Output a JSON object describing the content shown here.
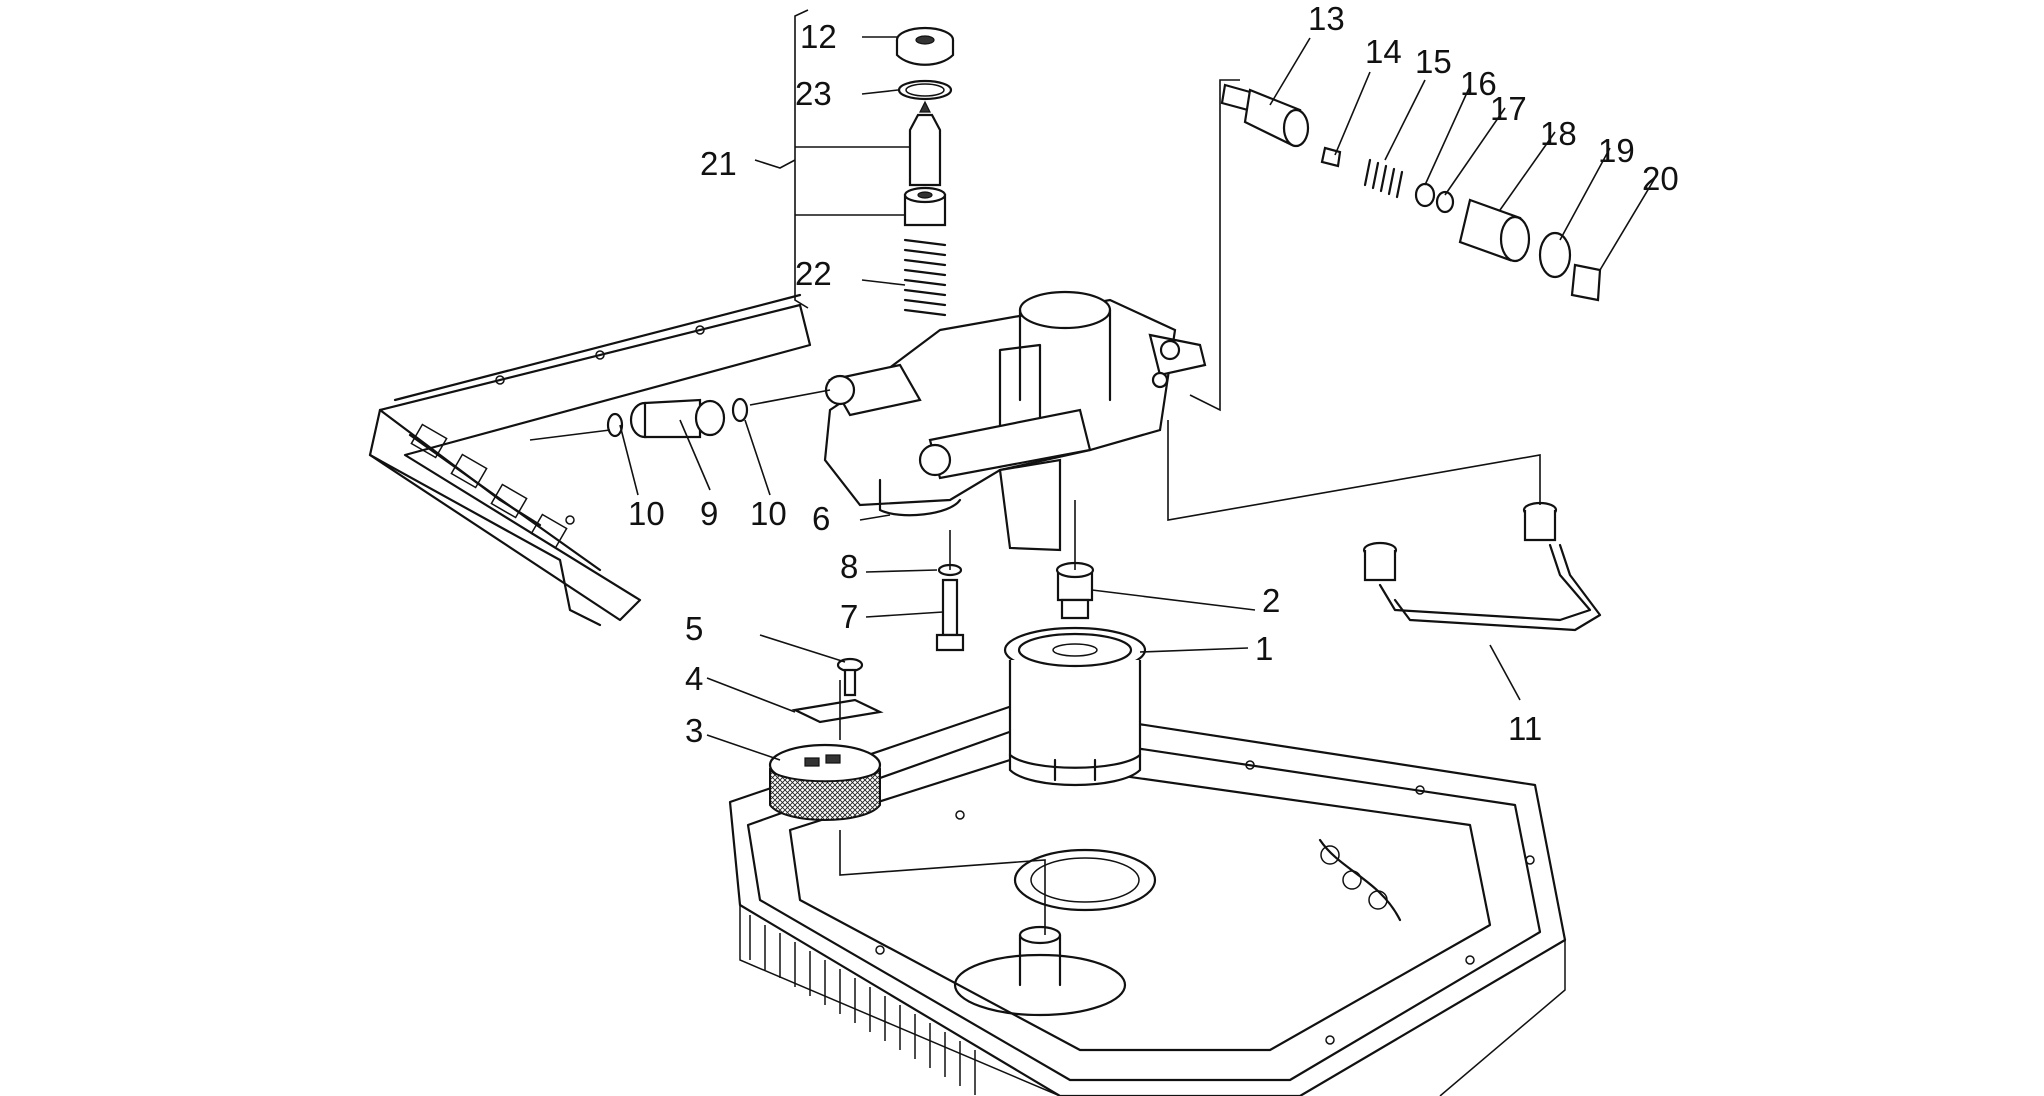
{
  "callouts": [
    {
      "id": "c1",
      "text": "1"
    },
    {
      "id": "c2",
      "text": "2"
    },
    {
      "id": "c3",
      "text": "3"
    },
    {
      "id": "c4",
      "text": "4"
    },
    {
      "id": "c5",
      "text": "5"
    },
    {
      "id": "c6",
      "text": "6"
    },
    {
      "id": "c7",
      "text": "7"
    },
    {
      "id": "c8",
      "text": "8"
    },
    {
      "id": "c9",
      "text": "9"
    },
    {
      "id": "c10a",
      "text": "10"
    },
    {
      "id": "c10b",
      "text": "10"
    },
    {
      "id": "c11",
      "text": "11"
    },
    {
      "id": "c12",
      "text": "12"
    },
    {
      "id": "c13",
      "text": "13"
    },
    {
      "id": "c14",
      "text": "14"
    },
    {
      "id": "c15",
      "text": "15"
    },
    {
      "id": "c16",
      "text": "16"
    },
    {
      "id": "c17",
      "text": "17"
    },
    {
      "id": "c18",
      "text": "18"
    },
    {
      "id": "c19",
      "text": "19"
    },
    {
      "id": "c20",
      "text": "20"
    },
    {
      "id": "c21",
      "text": "21"
    },
    {
      "id": "c22",
      "text": "22"
    },
    {
      "id": "c23",
      "text": "23"
    }
  ]
}
